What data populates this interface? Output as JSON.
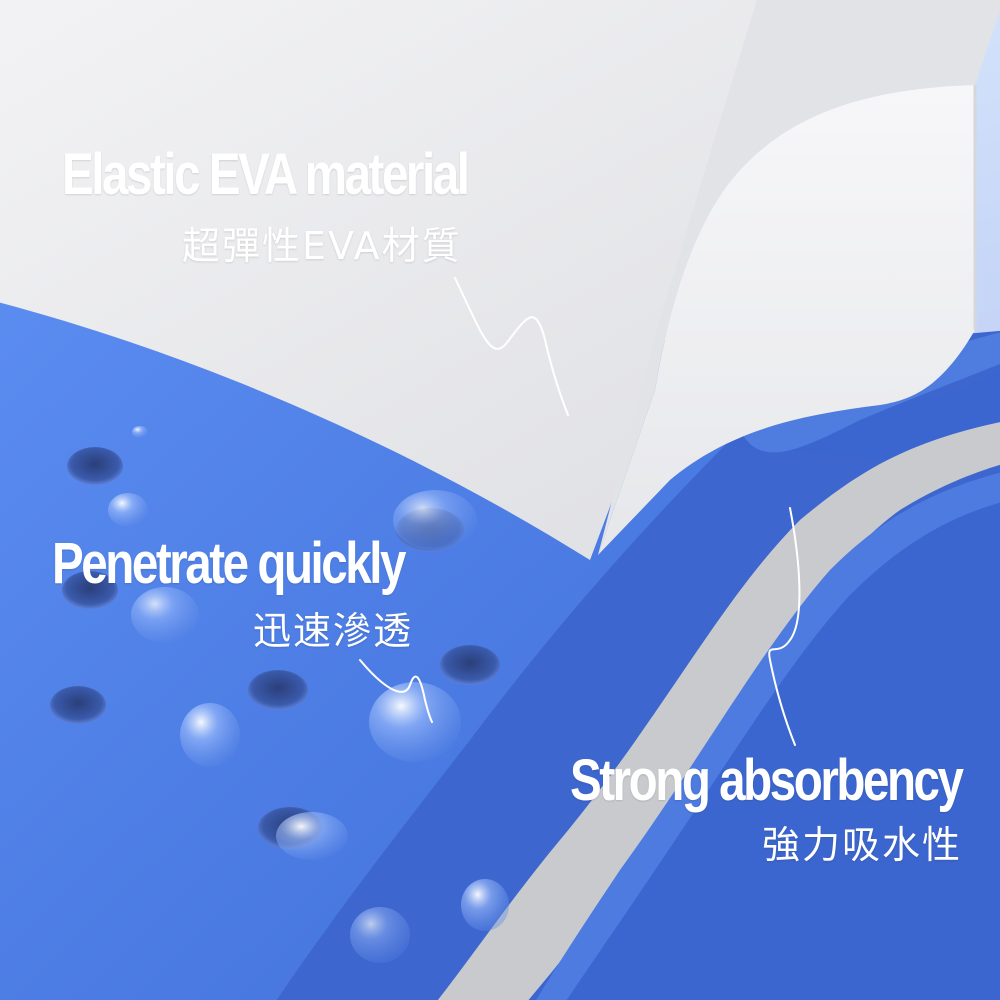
{
  "callouts": {
    "eva": {
      "title_en": "Elastic EVA material",
      "title_zh": "超彈性EVA材質"
    },
    "penetrate": {
      "title_en": "Penetrate quickly",
      "title_zh": "迅速滲透"
    },
    "absorb": {
      "title_en": "Strong absorbency",
      "title_zh": "強力吸水性"
    }
  },
  "colors": {
    "background_top": "#e6f3ff",
    "background_bottom": "#b9c2f3",
    "mat_blue": "#4f7ddf",
    "mat_edge": "#3c66cf",
    "core_gray": "#c7c9cc",
    "foam_white": "#f4f4f6",
    "text": "#ffffff"
  },
  "illustration": {
    "subject": "layered bath mat cross-section with EVA foam block",
    "icons": [
      "foam-block",
      "drain-hole",
      "water-droplet",
      "leader-line"
    ]
  }
}
